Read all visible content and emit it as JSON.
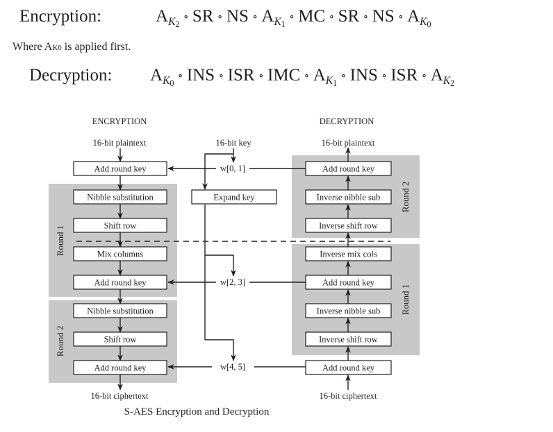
{
  "equations": {
    "encryption": {
      "label": "Encryption:",
      "terms": [
        {
          "op": "A",
          "key": "K",
          "idx": "2"
        },
        {
          "op": "SR"
        },
        {
          "op": "NS"
        },
        {
          "op": "A",
          "key": "K",
          "idx": "1"
        },
        {
          "op": "MC"
        },
        {
          "op": "SR"
        },
        {
          "op": "NS"
        },
        {
          "op": "A",
          "key": "K",
          "idx": "0"
        }
      ]
    },
    "note": {
      "prefix": "Where A",
      "subscript": "K0",
      "suffix": " is applied first."
    },
    "decryption": {
      "label": "Decryption:",
      "terms": [
        {
          "op": "A",
          "key": "K",
          "idx": "0"
        },
        {
          "op": "INS"
        },
        {
          "op": "ISR"
        },
        {
          "op": "IMC"
        },
        {
          "op": "A",
          "key": "K",
          "idx": "1"
        },
        {
          "op": "INS"
        },
        {
          "op": "ISR"
        },
        {
          "op": "A",
          "key": "K",
          "idx": "2"
        }
      ]
    },
    "compose_symbol": "∘"
  },
  "diagram": {
    "caption": "S-AES Encryption and Decryption",
    "encryption": {
      "heading": "ENCRYPTION",
      "input": "16-bit plaintext",
      "output": "16-bit ciphertext",
      "initial": "Add round key",
      "round1": {
        "label": "Round 1",
        "steps": [
          "Nibble substitution",
          "Shift row",
          "Mix columns",
          "Add round key"
        ]
      },
      "round2": {
        "label": "Round 2",
        "steps": [
          "Nibble substitution",
          "Shift row",
          "Add round key"
        ]
      }
    },
    "key_schedule": {
      "input": "16-bit key",
      "expand": "Expand key",
      "words": [
        "w[0, 1]",
        "w[2, 3]",
        "w[4, 5]"
      ]
    },
    "decryption": {
      "heading": "DECRYPTION",
      "input": "16-bit ciphertext",
      "output": "16-bit plaintext",
      "initial": "Add round key",
      "round1": {
        "label": "Round 1",
        "steps": [
          "Inverse shift row",
          "Inverse nibble sub",
          "Add round key",
          "Inverse mix cols"
        ]
      },
      "round2": {
        "label": "Round 2",
        "steps": [
          "Inverse shift row",
          "Inverse nibble sub",
          "Add round key"
        ]
      }
    },
    "colors": {
      "round_fill": "#c8c8c9",
      "line": "#231f20",
      "box_fill": "#ffffff"
    }
  }
}
